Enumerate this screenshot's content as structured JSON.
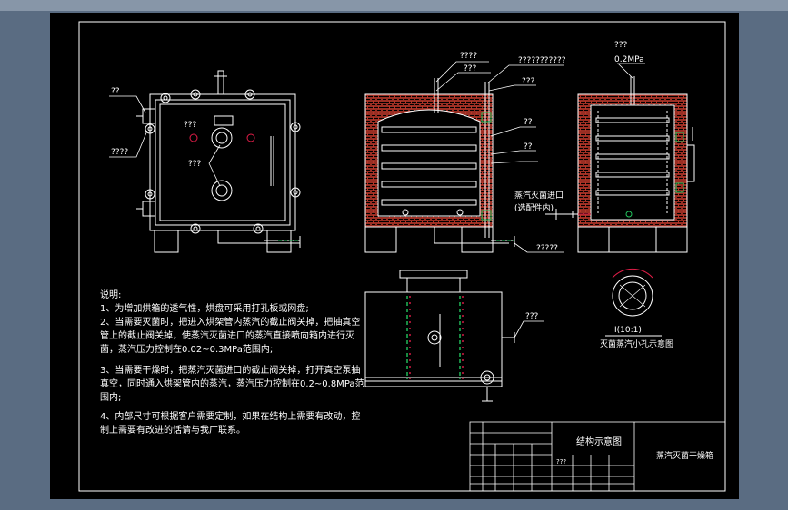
{
  "labels": {
    "front_top_left": "??",
    "front_left_mid": "????",
    "front_center_a": "???",
    "front_center_b": "???",
    "sec_q1": "????",
    "sec_q2": "???",
    "sec_q3": "???????????",
    "sec_q4": "???",
    "sec_q5": "??",
    "sec_q6": "??",
    "sec_q7": "?????",
    "side_q1": "???",
    "side_pressure": "0.2MPa",
    "steam_inlet_1": "蒸汽灭菌进口",
    "steam_inlet_2": "(选配件内)",
    "plan_q": "???"
  },
  "detail": {
    "scale": "I(10:1)",
    "caption": "灭菌蒸汽小孔示意图"
  },
  "notes": {
    "heading": "说明:",
    "lines": [
      "1、为增加烘箱的透气性，烘盘可采用打孔板或网盘;",
      "2、当需要灭菌时，把进入烘架管内蒸汽的截止阀关掉，把抽真空",
      "管上的截止阀关掉，使蒸汽灭菌进口的蒸汽直接喷向箱内进行灭",
      "菌，蒸汽压力控制在0.02~0.3MPa范围内;",
      "3、当需要干燥时，把蒸汽灭菌进口的截止阀关掉，打开真空泵抽",
      "真空，同时通入烘架管内的蒸汽，蒸汽压力控制在0.2~0.8MPa范",
      "围内;",
      "4、内部尺寸可根据客户需要定制，如果在结构上需要有改动，控",
      "制上需要有改进的话请与我厂联系。"
    ]
  },
  "title_block": {
    "drawing_title": "结构示意图",
    "product_name": "蒸汽灭菌干燥箱",
    "small_cell": "???"
  },
  "colors": {
    "background": "#5a6c82",
    "sheet": "#000000",
    "line": "#ffffff",
    "brick": "#c0392b",
    "accent_green": "#22c55e",
    "accent_red": "#e11d48"
  }
}
